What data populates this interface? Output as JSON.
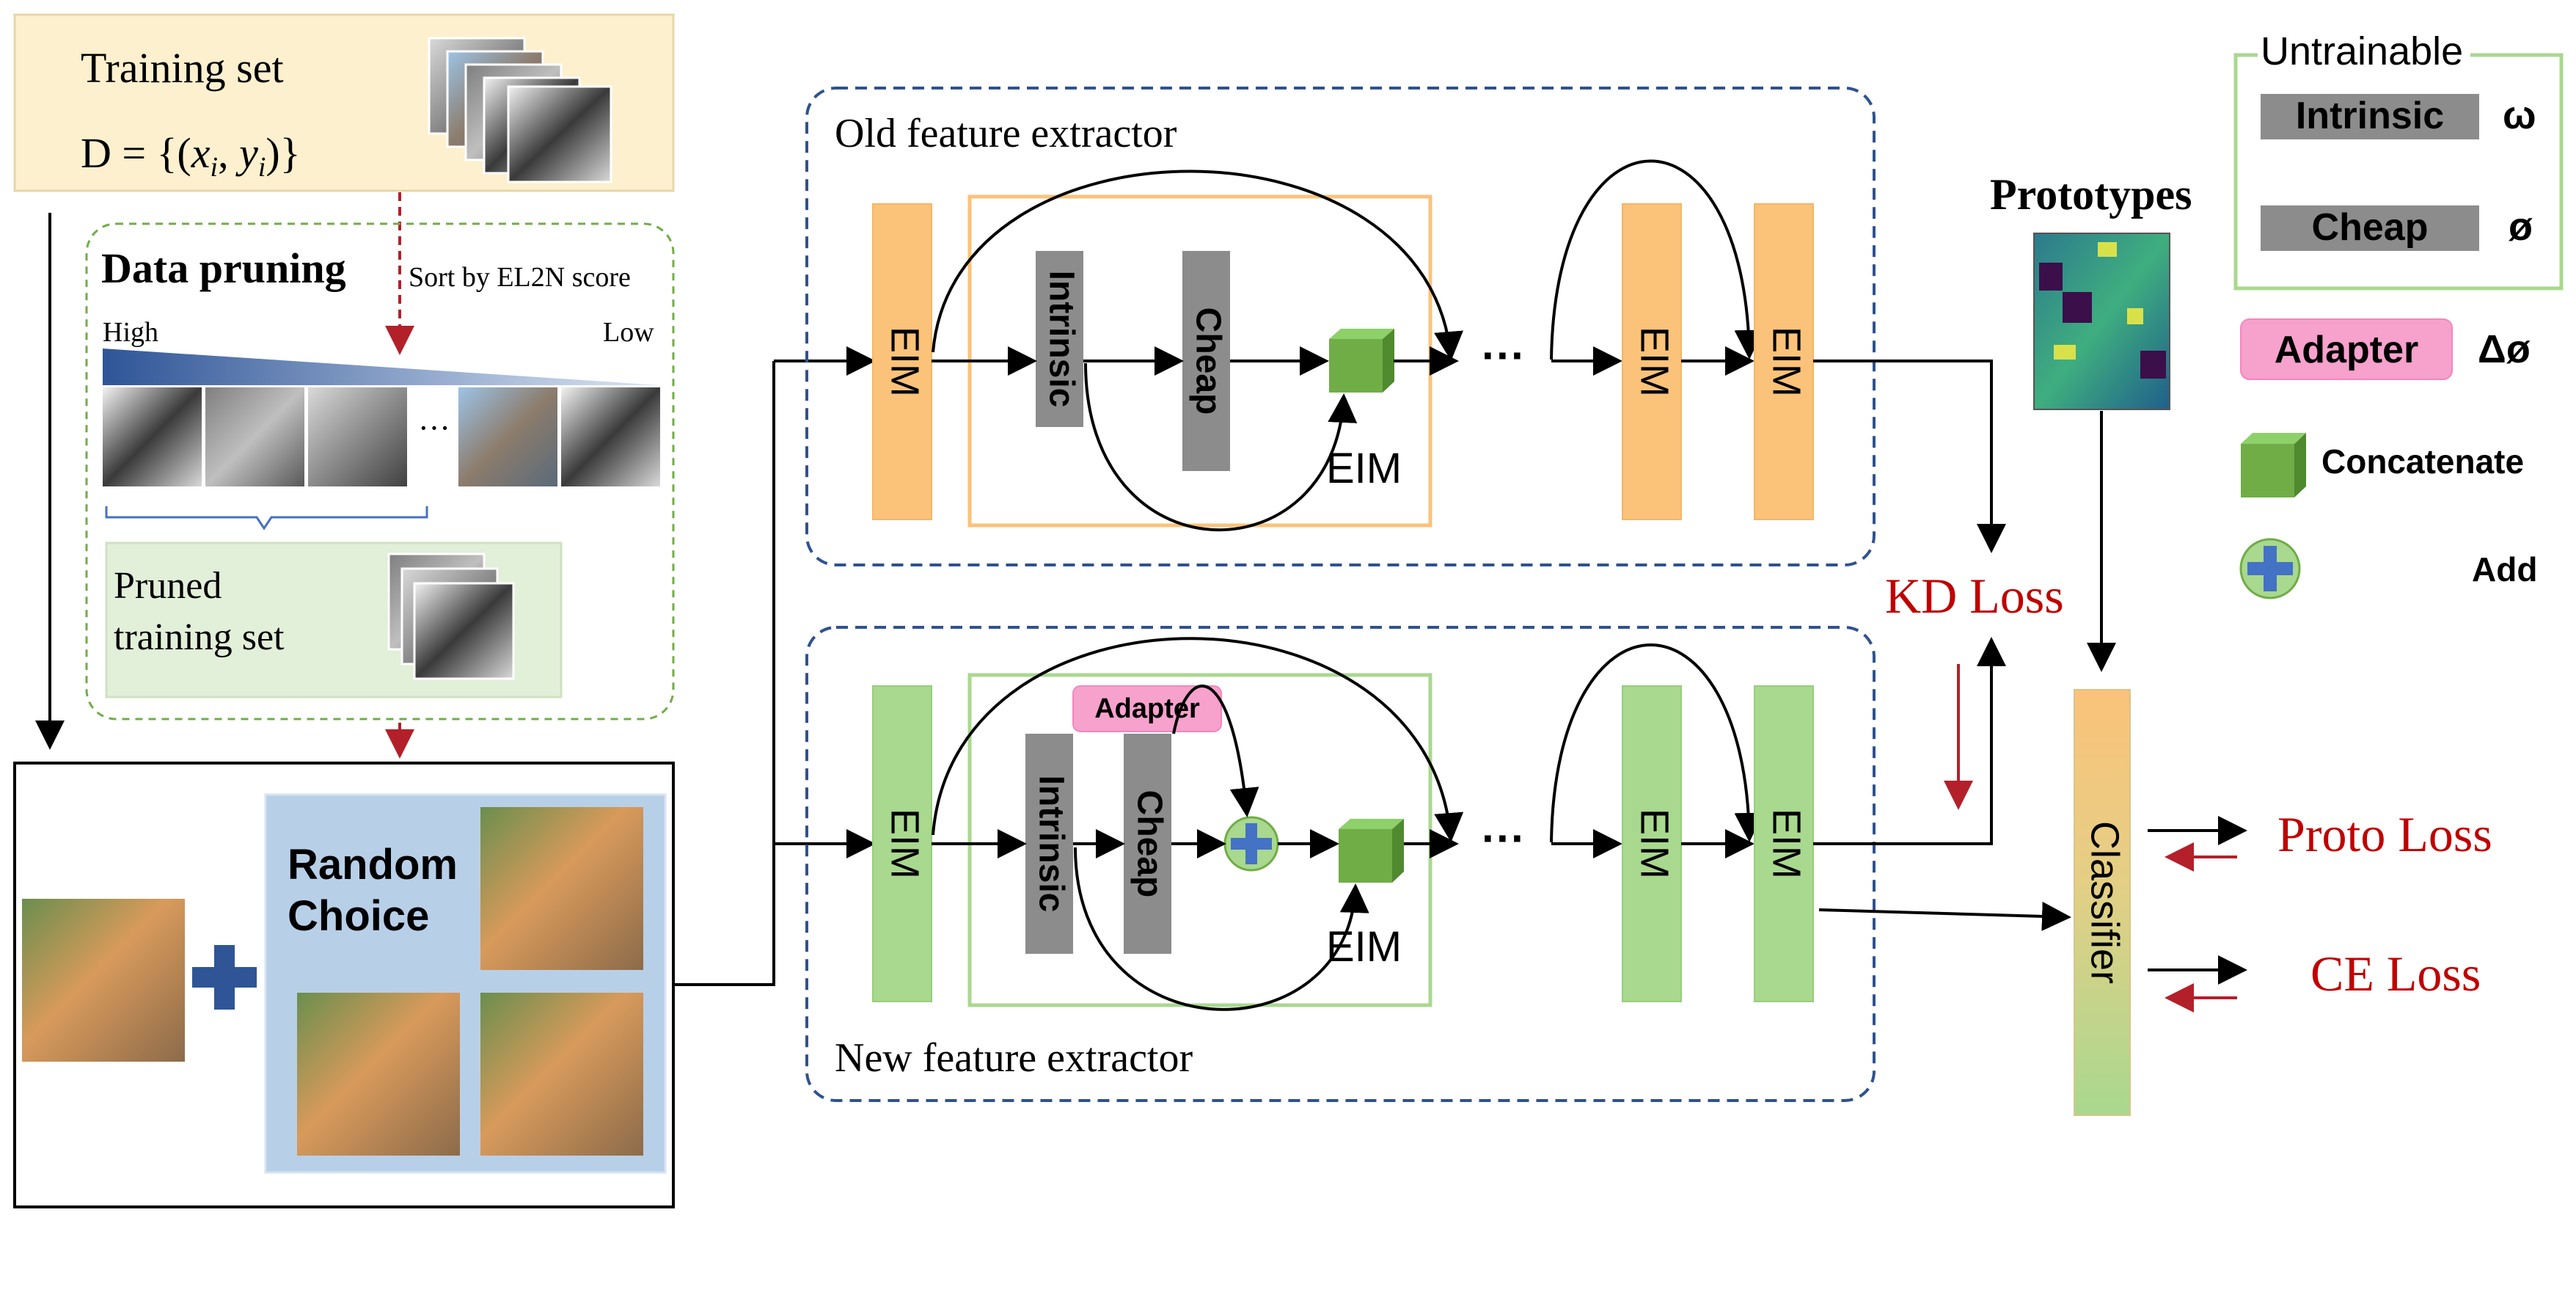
{
  "training_set": {
    "title": "Training set",
    "formula_lhs": "D = {(",
    "formula_x": "x",
    "formula_i": "i",
    "formula_comma": ", ",
    "formula_y": "y",
    "formula_rhs": ")}"
  },
  "data_pruning": {
    "title": "Data pruning",
    "sort_label": "Sort by EL2N score",
    "high_label": "High",
    "low_label": "Low",
    "ellipsis": "···",
    "pruned_line1": "Pruned",
    "pruned_line2": "training set"
  },
  "random_choice": {
    "line1": "Random",
    "line2": "Choice"
  },
  "old_extractor": {
    "title": "Old feature extractor",
    "eim_label": "EIM",
    "intrinsic_label": "Intrinsic",
    "cheap_label": "Cheap",
    "block_label": "EIM",
    "ellipsis": "···"
  },
  "new_extractor": {
    "title": "New feature extractor",
    "eim_label": "EIM",
    "intrinsic_label": "Intrinsic",
    "cheap_label": "Cheap",
    "adapter_label": "Adapter",
    "block_label": "EIM",
    "ellipsis": "···"
  },
  "prototypes": {
    "title": "Prototypes"
  },
  "losses": {
    "kd": "KD Loss",
    "proto": "Proto Loss",
    "ce": "CE Loss"
  },
  "classifier": {
    "label": "Classifier"
  },
  "legend": {
    "untrainable_title": "Untrainable",
    "intrinsic_label": "Intrinsic",
    "intrinsic_symbol": "ω",
    "cheap_label": "Cheap",
    "cheap_symbol": "ø",
    "adapter_label": "Adapter",
    "adapter_symbol": "Δø",
    "concat_label": "Concatenate",
    "add_label": "Add"
  },
  "colors": {
    "orange": "#fbc27a",
    "green_block": "#a9d88f",
    "gray_block": "#8c8c8c",
    "pink": "#f7a1cd",
    "dashed_blue": "#2f528f",
    "red_text": "#c00000",
    "red_arrow": "#b3202a",
    "training_bg": "#fdf0cf",
    "pruned_bg": "#e2efd9",
    "random_bg": "#b8cfe8",
    "cube_green": "#70ad47",
    "plus_blue": "#4472c4"
  }
}
